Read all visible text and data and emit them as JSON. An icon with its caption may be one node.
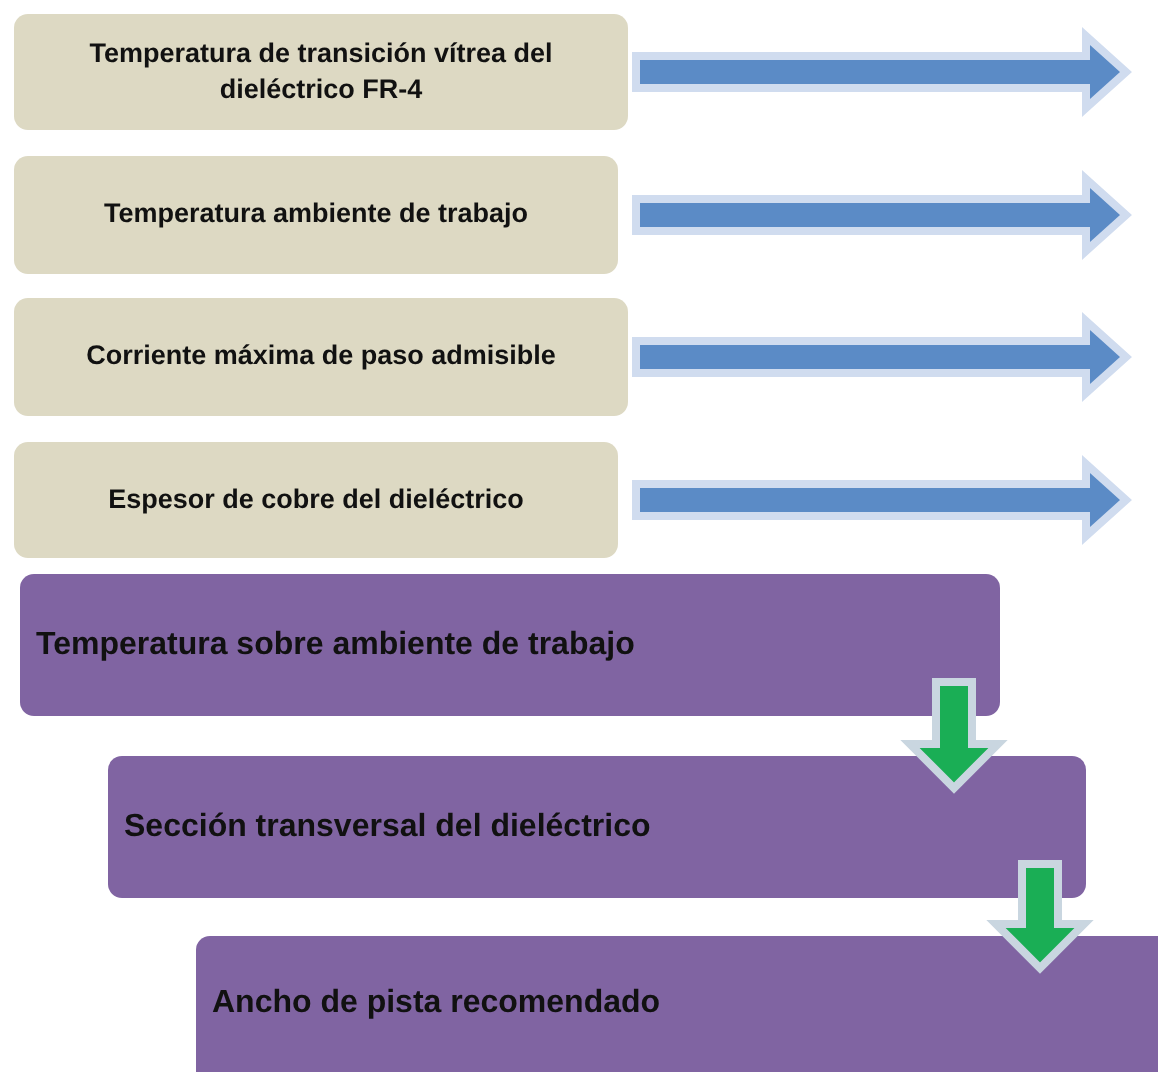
{
  "diagram": {
    "nodes": [
      {
        "text": [
          "Temperatura de transición vítrea del dieléctrico FR-4"
        ]
      },
      {
        "text": [
          "Temperatura ambiente de trabajo"
        ]
      },
      {
        "text": [
          "Corriente máxima de paso admisible"
        ]
      },
      {
        "text": [
          "Espesor de cobre del dieléctrico"
        ]
      },
      {
        "text": [
          "Temperatura sobre ambiente de trabajo"
        ]
      },
      {
        "text": [
          "Sección transversal del dieléctrico"
        ]
      },
      {
        "text": [
          "Ancho de pista recomendado"
        ]
      }
    ],
    "edges": [
      {
        "from": 0,
        "to": null,
        "arrow": "to"
      },
      {
        "from": 1,
        "to": null,
        "arrow": "to"
      },
      {
        "from": 2,
        "to": null,
        "arrow": "to"
      },
      {
        "from": 3,
        "to": null,
        "arrow": "to"
      },
      {
        "from": 4,
        "to": 5,
        "arrow": "to",
        "color": "#1aae55"
      },
      {
        "from": 5,
        "to": 6,
        "arrow": "to",
        "color": "#1aae55"
      }
    ]
  }
}
